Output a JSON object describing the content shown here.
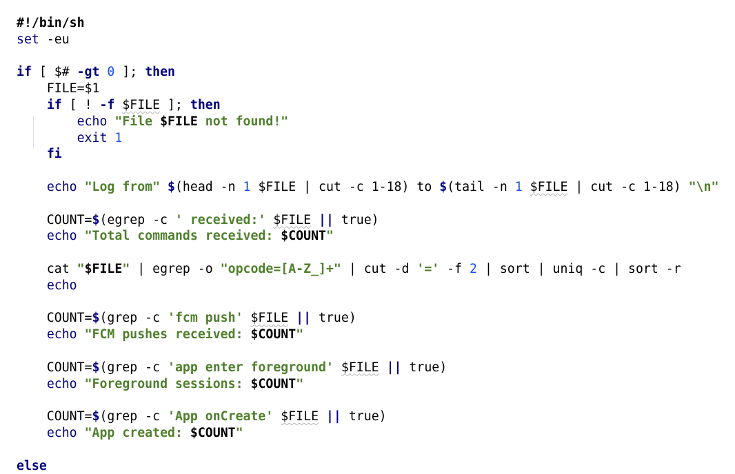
{
  "palette": {
    "keyword": "#000080",
    "builtin": "#000080",
    "string": "#4f7f2c",
    "number": "#1750eb",
    "default": "#000000",
    "squiggle": "#b5b5b5",
    "indent_guide": "#dcdcdc"
  },
  "lines": [
    [
      {
        "t": "#!/bin/sh",
        "c": "default",
        "b": true
      }
    ],
    [
      {
        "t": "set",
        "c": "builtin"
      },
      {
        "t": " -eu",
        "c": "default"
      }
    ],
    [],
    [
      {
        "t": "if",
        "c": "keyword",
        "b": true
      },
      {
        "t": " [ $# ",
        "c": "default"
      },
      {
        "t": "-gt",
        "c": "keyword",
        "b": true
      },
      {
        "t": " ",
        "c": "default"
      },
      {
        "t": "0",
        "c": "number"
      },
      {
        "t": " ]; ",
        "c": "default"
      },
      {
        "t": "then",
        "c": "keyword",
        "b": true
      }
    ],
    [
      {
        "t": "    FILE=$1",
        "c": "default"
      }
    ],
    [
      {
        "t": "    ",
        "c": "default"
      },
      {
        "t": "if",
        "c": "keyword",
        "b": true
      },
      {
        "t": " [ ! ",
        "c": "default"
      },
      {
        "t": "-f",
        "c": "keyword",
        "b": true
      },
      {
        "t": " ",
        "c": "default"
      },
      {
        "t": "$FILE",
        "c": "default",
        "u": true
      },
      {
        "t": " ]; ",
        "c": "default"
      },
      {
        "t": "then",
        "c": "keyword",
        "b": true
      }
    ],
    [
      {
        "t": "        ",
        "c": "default"
      },
      {
        "t": "echo",
        "c": "builtin"
      },
      {
        "t": " ",
        "c": "default"
      },
      {
        "t": "\"File ",
        "c": "string",
        "b": true
      },
      {
        "t": "$FILE",
        "c": "default",
        "b": true
      },
      {
        "t": " not found!\"",
        "c": "string",
        "b": true
      }
    ],
    [
      {
        "t": "        ",
        "c": "default"
      },
      {
        "t": "exit",
        "c": "builtin"
      },
      {
        "t": " ",
        "c": "default"
      },
      {
        "t": "1",
        "c": "number"
      }
    ],
    [
      {
        "t": "    ",
        "c": "default"
      },
      {
        "t": "fi",
        "c": "keyword",
        "b": true
      }
    ],
    [],
    [
      {
        "t": "    ",
        "c": "default"
      },
      {
        "t": "echo",
        "c": "builtin"
      },
      {
        "t": " ",
        "c": "default"
      },
      {
        "t": "\"Log from\"",
        "c": "string",
        "b": true
      },
      {
        "t": " ",
        "c": "default"
      },
      {
        "t": "$",
        "c": "keyword",
        "b": true
      },
      {
        "t": "(head -n ",
        "c": "default"
      },
      {
        "t": "1",
        "c": "number"
      },
      {
        "t": " $FILE | cut -c 1-18) to ",
        "c": "default"
      },
      {
        "t": "$",
        "c": "keyword",
        "b": true
      },
      {
        "t": "(tail -n ",
        "c": "default"
      },
      {
        "t": "1",
        "c": "number"
      },
      {
        "t": " ",
        "c": "default"
      },
      {
        "t": "$FILE",
        "c": "default",
        "u": true
      },
      {
        "t": " | cut -c 1-18) ",
        "c": "default"
      },
      {
        "t": "\"\\n\"",
        "c": "string",
        "b": true
      }
    ],
    [],
    [
      {
        "t": "    COUNT=",
        "c": "default"
      },
      {
        "t": "$",
        "c": "keyword",
        "b": true
      },
      {
        "t": "(egrep -c ",
        "c": "default"
      },
      {
        "t": "' received:'",
        "c": "string",
        "b": true
      },
      {
        "t": " ",
        "c": "default"
      },
      {
        "t": "$FILE",
        "c": "default",
        "u": true
      },
      {
        "t": " ",
        "c": "default"
      },
      {
        "t": "||",
        "c": "keyword",
        "b": true
      },
      {
        "t": " true)",
        "c": "default"
      }
    ],
    [
      {
        "t": "    ",
        "c": "default"
      },
      {
        "t": "echo",
        "c": "builtin"
      },
      {
        "t": " ",
        "c": "default"
      },
      {
        "t": "\"Total commands received: ",
        "c": "string",
        "b": true
      },
      {
        "t": "$COUNT",
        "c": "default",
        "b": true
      },
      {
        "t": "\"",
        "c": "string",
        "b": true
      }
    ],
    [],
    [
      {
        "t": "    cat ",
        "c": "default"
      },
      {
        "t": "\"",
        "c": "string",
        "b": true
      },
      {
        "t": "$FILE",
        "c": "default",
        "b": true
      },
      {
        "t": "\"",
        "c": "string",
        "b": true
      },
      {
        "t": " | egrep -o ",
        "c": "default"
      },
      {
        "t": "\"opcode=[A-Z_]+\"",
        "c": "string",
        "b": true
      },
      {
        "t": " | cut -d ",
        "c": "default"
      },
      {
        "t": "'='",
        "c": "string",
        "b": true
      },
      {
        "t": " -f ",
        "c": "default"
      },
      {
        "t": "2",
        "c": "number"
      },
      {
        "t": " | sort | uniq -c | sort -r",
        "c": "default"
      }
    ],
    [
      {
        "t": "    ",
        "c": "default"
      },
      {
        "t": "echo",
        "c": "builtin"
      }
    ],
    [],
    [
      {
        "t": "    COUNT=",
        "c": "default"
      },
      {
        "t": "$",
        "c": "keyword",
        "b": true
      },
      {
        "t": "(grep -c ",
        "c": "default"
      },
      {
        "t": "'fcm push'",
        "c": "string",
        "b": true
      },
      {
        "t": " ",
        "c": "default"
      },
      {
        "t": "$FILE",
        "c": "default",
        "u": true
      },
      {
        "t": " ",
        "c": "default"
      },
      {
        "t": "||",
        "c": "keyword",
        "b": true
      },
      {
        "t": " true)",
        "c": "default"
      }
    ],
    [
      {
        "t": "    ",
        "c": "default"
      },
      {
        "t": "echo",
        "c": "builtin"
      },
      {
        "t": " ",
        "c": "default"
      },
      {
        "t": "\"FCM pushes received: ",
        "c": "string",
        "b": true
      },
      {
        "t": "$COUNT",
        "c": "default",
        "b": true
      },
      {
        "t": "\"",
        "c": "string",
        "b": true
      }
    ],
    [],
    [
      {
        "t": "    COUNT=",
        "c": "default"
      },
      {
        "t": "$",
        "c": "keyword",
        "b": true
      },
      {
        "t": "(grep -c ",
        "c": "default"
      },
      {
        "t": "'app enter foreground'",
        "c": "string",
        "b": true
      },
      {
        "t": " ",
        "c": "default"
      },
      {
        "t": "$FILE",
        "c": "default",
        "u": true
      },
      {
        "t": " ",
        "c": "default"
      },
      {
        "t": "||",
        "c": "keyword",
        "b": true
      },
      {
        "t": " true)",
        "c": "default"
      }
    ],
    [
      {
        "t": "    ",
        "c": "default"
      },
      {
        "t": "echo",
        "c": "builtin"
      },
      {
        "t": " ",
        "c": "default"
      },
      {
        "t": "\"Foreground sessions: ",
        "c": "string",
        "b": true
      },
      {
        "t": "$COUNT",
        "c": "default",
        "b": true
      },
      {
        "t": "\"",
        "c": "string",
        "b": true
      }
    ],
    [],
    [
      {
        "t": "    COUNT=",
        "c": "default"
      },
      {
        "t": "$",
        "c": "keyword",
        "b": true
      },
      {
        "t": "(grep -c ",
        "c": "default"
      },
      {
        "t": "'App onCreate'",
        "c": "string",
        "b": true
      },
      {
        "t": " ",
        "c": "default"
      },
      {
        "t": "$FILE",
        "c": "default",
        "u": true
      },
      {
        "t": " ",
        "c": "default"
      },
      {
        "t": "||",
        "c": "keyword",
        "b": true
      },
      {
        "t": " true)",
        "c": "default"
      }
    ],
    [
      {
        "t": "    ",
        "c": "default"
      },
      {
        "t": "echo",
        "c": "builtin"
      },
      {
        "t": " ",
        "c": "default"
      },
      {
        "t": "\"App created: ",
        "c": "string",
        "b": true
      },
      {
        "t": "$COUNT",
        "c": "default",
        "b": true
      },
      {
        "t": "\"",
        "c": "string",
        "b": true
      }
    ],
    [],
    [
      {
        "t": "else",
        "c": "keyword",
        "b": true
      }
    ]
  ]
}
